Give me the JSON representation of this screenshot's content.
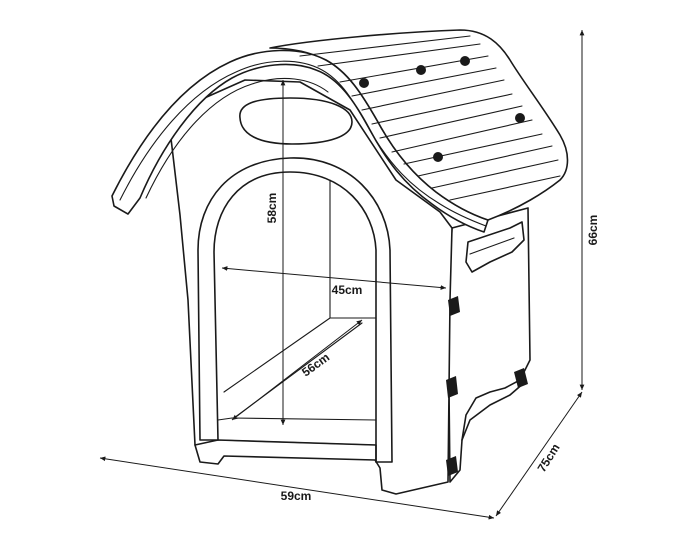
{
  "dimensions": {
    "height_total": "66cm",
    "door_height": "58cm",
    "inner_width": "45cm",
    "inner_depth": "56cm",
    "base_width": "59cm",
    "base_depth": "75cm"
  },
  "colors": {
    "ink": "#1a1a1a",
    "background": "#ffffff"
  }
}
